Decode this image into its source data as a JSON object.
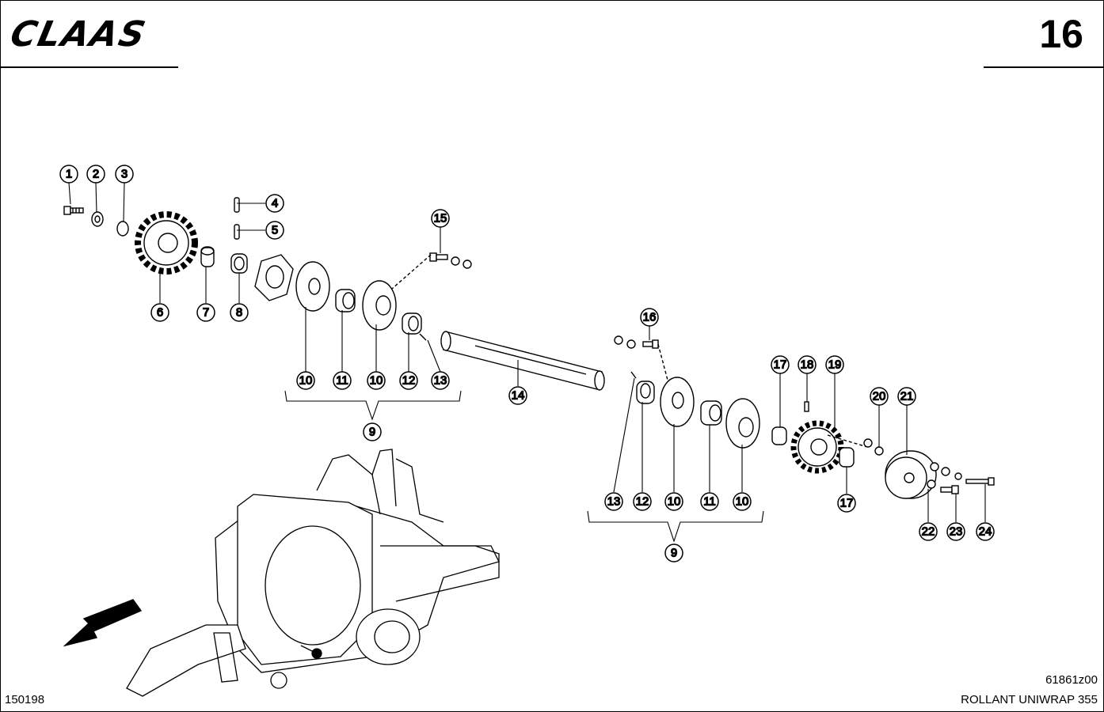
{
  "header": {
    "brand": "CLAAS",
    "page_number": "16"
  },
  "footer": {
    "doc_id": "150198",
    "drawing_no": "61861z00",
    "model": "ROLLANT UNIWRAP 355"
  },
  "callouts": [
    "1",
    "2",
    "3",
    "4",
    "5",
    "6",
    "7",
    "8",
    "9",
    "10",
    "11",
    "12",
    "13",
    "14",
    "15",
    "16",
    "17",
    "18",
    "19",
    "20",
    "21",
    "22",
    "23",
    "24"
  ]
}
